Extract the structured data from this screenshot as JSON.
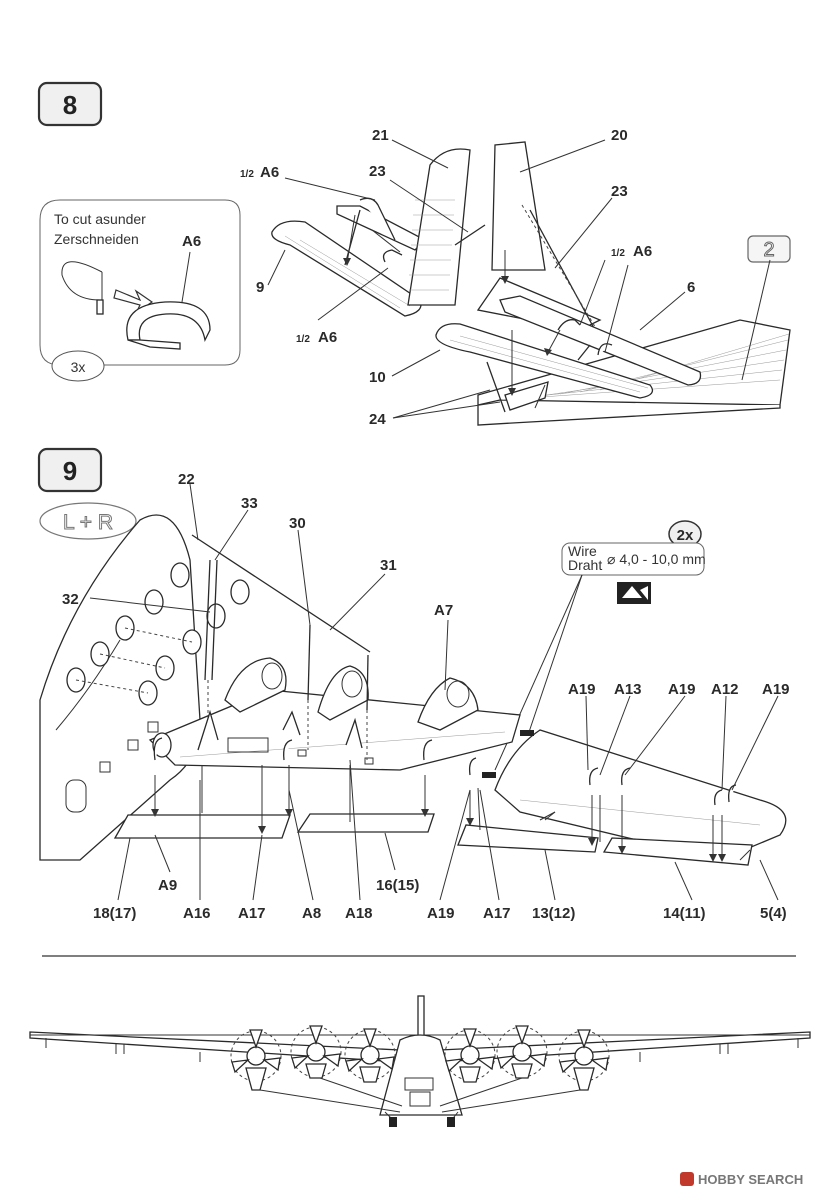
{
  "step8": {
    "number": "8",
    "inset": {
      "line1": "To cut asunder",
      "line2": "Zerschneiden",
      "part": "A6",
      "count": "3x"
    },
    "ref_step": "2",
    "callouts": {
      "c21": "21",
      "c20": "20",
      "c23a": "23",
      "c23b": "23",
      "half_a6_1_frac": "1/2",
      "half_a6_1": "A6",
      "half_a6_2_frac": "1/2",
      "half_a6_2": "A6",
      "half_a6_3_frac": "1/2",
      "half_a6_3": "A6",
      "c9": "9",
      "c6": "6",
      "c10": "10",
      "c24": "24"
    }
  },
  "step9": {
    "number": "9",
    "side_badge": "L + R",
    "wire": {
      "count": "2x",
      "line1": "Wire",
      "line2": "Draht",
      "spec": "⌀ 4,0 - 10,0 mm"
    },
    "callouts": {
      "c22": "22",
      "c33": "33",
      "c30": "30",
      "c31": "31",
      "c32": "32",
      "a7": "A7",
      "a19_1": "A19",
      "a13": "A13",
      "a19_2": "A19",
      "a12": "A12",
      "a19_3": "A19",
      "a9": "A9",
      "p18": "18(17)",
      "a16": "A16",
      "a17_1": "A17",
      "a8": "A8",
      "a18": "A18",
      "p16": "16(15)",
      "a19_4": "A19",
      "a17_2": "A17",
      "p13": "13(12)",
      "p14": "14(11)",
      "p5": "5(4)"
    }
  },
  "watermark": {
    "brand": "HOBBY SEARCH"
  }
}
